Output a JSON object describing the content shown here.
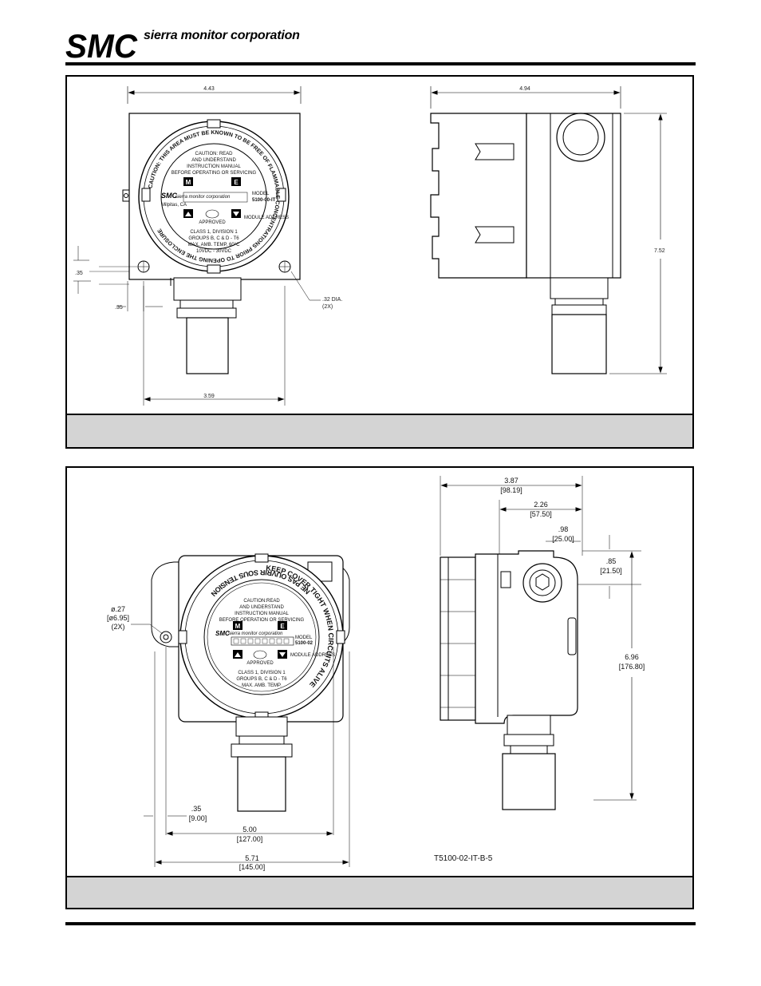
{
  "header": {
    "company_name": "sierra monitor corporation",
    "logo_text": "SMC"
  },
  "figure1": {
    "front": {
      "width": "4.43",
      "mount_spacing": "3.59",
      "hole_offset_v": ".35",
      "hole_offset_h": ".35",
      "hole_dia": ".32 DIA.",
      "hole_count": "(2X)",
      "ring_text": "CAUTION: THIS AREA MUST BE KNOWN TO BE FREE OF FLAMMABLE CONCENTRATIONS PRIOR TO OPENING THE ENCLOSURE",
      "caution_lines": [
        "CAUTION: READ",
        "AND UNDERSTAND",
        "INSTRUCTION MANUAL",
        "BEFORE OPERATING OR SERVICING"
      ],
      "btn_m": "M",
      "btn_e": "E",
      "brand_small": "sierra monitor corporation",
      "location": "Milpitas, CA",
      "model_label": "MODEL",
      "model_value": "5100-00-IT",
      "module_label": "MODULE ADDRESS",
      "approval": "APPROVED",
      "class_lines": [
        "CLASS 1, DIVISION 1",
        "GROUPS B, C & D - T6",
        "MAX. AMB. TEMP. 60°C",
        "10VDC - 30VDC"
      ]
    },
    "side": {
      "width": "4.94",
      "height": "7.52"
    }
  },
  "figure2": {
    "front": {
      "hole_dia": "ø.27",
      "hole_dia_mm": "[ø6.95]",
      "hole_count": "(2X)",
      "offset": ".35",
      "offset_mm": "[9.00]",
      "hole_spacing": "5.00",
      "hole_spacing_mm": "[127.00]",
      "overall_width": "5.71",
      "overall_width_mm": "[145.00]",
      "ring_left": "NE PAS OUVRIR SOUS TENSION",
      "ring_right": "KEEP COVER TIGHT WHEN CIRCUITS ALIVE",
      "caution_lines": [
        "CAUTION:READ",
        "AND UNDERSTAND",
        "INSTRUCTION MANUAL",
        "BEFORE OPERATION OR SERVICING"
      ],
      "btn_m": "M",
      "btn_e": "E",
      "brand_small": "sierra monitor corporation",
      "model_label": "MODEL",
      "model_value": "5100-02",
      "module_label": "MODULE ADDRESS",
      "approval": "APPROVED",
      "class_lines": [
        "CLASS 1, DIVISION 1",
        "GROUPS B, C & D - T6",
        "MAX. AMB. TEMP."
      ]
    },
    "side": {
      "depth": "3.87",
      "depth_mm": "[98.19]",
      "offset1": "2.26",
      "offset1_mm": "[57.50]",
      "conduit_dia": ".98",
      "conduit_dia_mm": "[25.00]",
      "conduit_offset": ".85",
      "conduit_offset_mm": "[21.50]",
      "height": "6.96",
      "height_mm": "[176.80]"
    },
    "drawing_number": "T5100-02-IT-B-5"
  }
}
